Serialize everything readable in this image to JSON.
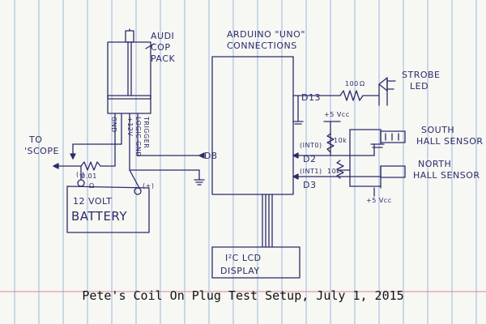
{
  "labels": {
    "coil_title_1": "AUDI",
    "coil_title_2": "COP",
    "coil_title_3": "PACK",
    "coil_pin1": "TRIGGER",
    "coil_pin2": "LOGIC GND",
    "coil_pin3": "+12V",
    "coil_pin4": "GND",
    "scope": "TO",
    "scope2": "'SCOPE",
    "shunt_value": "0.01",
    "shunt_unit": "Ω",
    "battery_plus": "(+)",
    "battery_minus": "(-)",
    "battery_1": "12 VOLT",
    "battery_2": "BATTERY",
    "arduino_1": "ARDUINO \"UNO\"",
    "arduino_2": "CONNECTIONS",
    "d8": "D8",
    "d13": "D13",
    "d2": "D2",
    "d3": "D3",
    "int0": "(INT0)",
    "int1": "(INT1)",
    "res100": "100",
    "res100_unit": "Ω",
    "strobe_1": "STROBE",
    "strobe_2": "LED",
    "vcc_top": "+5 Vcc",
    "vcc_bottom": "+5 Vcc",
    "res10k_1": "10k",
    "res10k_2": "10k",
    "south_1": "SOUTH",
    "south_2": "HALL SENSOR",
    "north_1": "NORTH",
    "north_2": "HALL SENSOR",
    "lcd_1": "I²C LCD",
    "lcd_2": "DISPLAY"
  },
  "caption": "Pete's Coil On Plug Test Setup, July 1, 2015",
  "colors": {
    "ink": "#2b2b6a",
    "ruled_line": "#9fb6dd",
    "margin_line": "#d98a8a"
  }
}
